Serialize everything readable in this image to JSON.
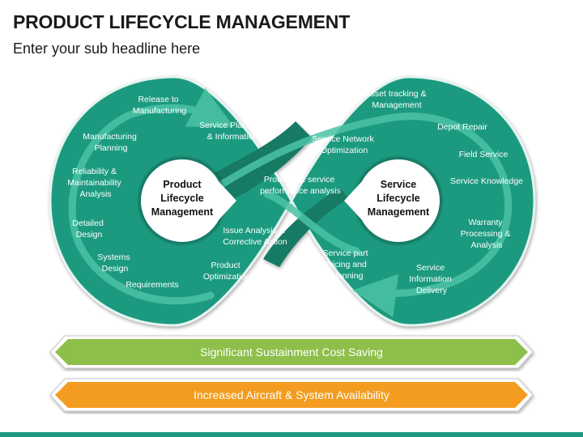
{
  "title": "PRODUCT LIFECYCLE MANAGEMENT",
  "subtitle": "Enter your sub headline here",
  "colors": {
    "teal": "#1f9a80",
    "teal_dark": "#157a65",
    "arrow": "#4cc3a6",
    "green_banner": "#8dbf4a",
    "orange_banner": "#f39c1f"
  },
  "left_loop": {
    "center": [
      "Product",
      "Lifecycle",
      "Management"
    ],
    "labels": [
      {
        "id": "release",
        "lines": [
          "Release to",
          "Manufacturing"
        ]
      },
      {
        "id": "service-planning",
        "lines": [
          "Service Planning",
          "& Information"
        ]
      },
      {
        "id": "manufacturing-planning",
        "lines": [
          "Manufacturing",
          "Planning"
        ]
      },
      {
        "id": "reliability",
        "lines": [
          "Reliability &",
          "Maintainability",
          "Analysis"
        ]
      },
      {
        "id": "detailed-design",
        "lines": [
          "Detailed",
          "Design"
        ]
      },
      {
        "id": "systems-design",
        "lines": [
          "Systems",
          "Design"
        ]
      },
      {
        "id": "requirements",
        "lines": [
          "Requirements"
        ]
      },
      {
        "id": "product-optimization",
        "lines": [
          "Product",
          "Optimization"
        ]
      }
    ]
  },
  "middle": {
    "labels": [
      {
        "id": "products-service",
        "lines": [
          "Products & service",
          "performance analysis"
        ]
      },
      {
        "id": "issue-analysis",
        "lines": [
          "Issue Analysis &",
          "Corrective Action"
        ]
      }
    ]
  },
  "right_loop": {
    "center": [
      "Service",
      "Lifecycle",
      "Management"
    ],
    "labels": [
      {
        "id": "asset-tracking",
        "lines": [
          "Asset tracking &",
          "Management"
        ]
      },
      {
        "id": "service-network",
        "lines": [
          "Service Network",
          "Optimization"
        ]
      },
      {
        "id": "depot-repair",
        "lines": [
          "Depot Repair"
        ]
      },
      {
        "id": "field-service",
        "lines": [
          "Field Service"
        ]
      },
      {
        "id": "service-knowledge",
        "lines": [
          "Service Knowledge"
        ]
      },
      {
        "id": "warranty",
        "lines": [
          "Warranty",
          "Processing &",
          "Analysis"
        ]
      },
      {
        "id": "service-info",
        "lines": [
          "Service",
          "Information",
          "Delivery"
        ]
      },
      {
        "id": "service-part",
        "lines": [
          "Service part",
          "Pricing and",
          "Planning"
        ]
      }
    ]
  },
  "banners": [
    {
      "id": "green",
      "text": "Significant Sustainment Cost Saving"
    },
    {
      "id": "orange",
      "text": "Increased Aircraft & System Availability"
    }
  ]
}
